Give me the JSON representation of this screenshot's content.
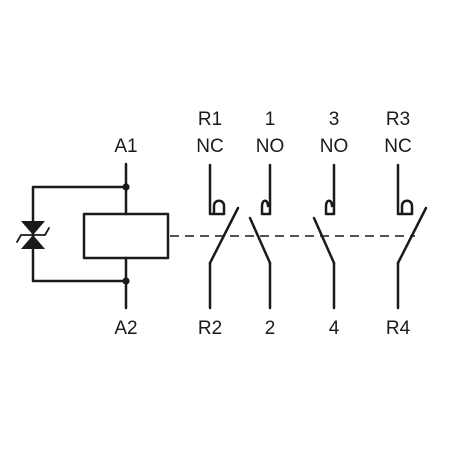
{
  "coil": {
    "top_terminal": "A1",
    "bottom_terminal": "A2"
  },
  "contacts": [
    {
      "top_terminal": "R1",
      "type": "NC",
      "bottom_terminal": "R2"
    },
    {
      "top_terminal": "1",
      "type": "NO",
      "bottom_terminal": "2"
    },
    {
      "top_terminal": "3",
      "type": "NO",
      "bottom_terminal": "4"
    },
    {
      "top_terminal": "R3",
      "type": "NC",
      "bottom_terminal": "R4"
    }
  ],
  "colors": {
    "line": "#1a1a1a",
    "background": "#ffffff"
  }
}
